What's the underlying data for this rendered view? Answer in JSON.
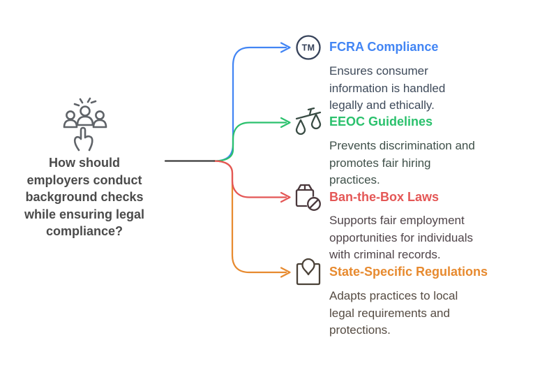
{
  "root": {
    "icon": "people-selection-icon",
    "question_full": "How should employers conduct background checks while ensuring legal compliance?",
    "question_lines": [
      "How should",
      "employers conduct",
      "background checks",
      "while ensuring legal",
      "compliance?"
    ],
    "text_color": "#4a4a4a"
  },
  "connector_colors": {
    "trunk": "#3b3b3b",
    "branch1": "#4285f4",
    "branch2": "#2bc16d",
    "branch3": "#e45756",
    "branch4": "#e78a2f"
  },
  "branches": [
    {
      "title": "FCRA Compliance",
      "title_color": "#4285f4",
      "icon": "trademark-circle-icon",
      "icon_label": "TM",
      "description_full": "Ensures consumer information is handled legally and ethically.",
      "lines": [
        "Ensures consumer",
        "information is handled",
        "legally and ethically."
      ]
    },
    {
      "title": "EEOC Guidelines",
      "title_color": "#2bc16d",
      "icon": "balance-scale-icon",
      "description_full": "Prevents discrimination and promotes fair hiring practices.",
      "lines": [
        "Prevents discrimination and",
        "promotes fair hiring",
        "practices."
      ]
    },
    {
      "title": "Ban-the-Box Laws",
      "title_color": "#e45756",
      "icon": "package-prohibited-icon",
      "description_full": "Supports fair employment opportunities for individuals with criminal records.",
      "lines": [
        "Supports fair employment",
        "opportunities for individuals",
        "with criminal records."
      ]
    },
    {
      "title": "State-Specific Regulations",
      "title_color": "#e78a2f",
      "icon": "map-pin-box-icon",
      "description_full": "Adapts practices to local legal requirements and protections.",
      "lines": [
        "Adapts practices to local",
        "legal requirements and",
        "protections."
      ]
    }
  ]
}
